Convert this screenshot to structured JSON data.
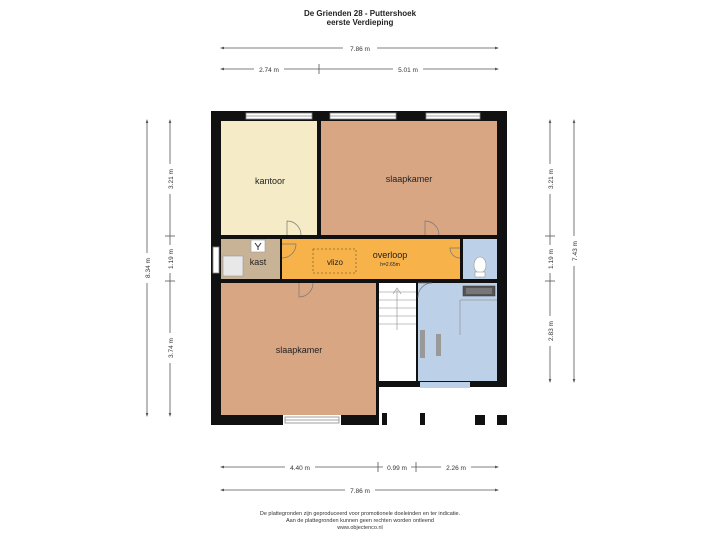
{
  "header": {
    "title": "De Grienden 28 - Puttershoek",
    "subtitle": "eerste Verdieping"
  },
  "dimensions": {
    "top_total": "7.86 m",
    "top_left": "2.74 m",
    "top_right": "5.01 m",
    "bottom_left": "4.40 m",
    "bottom_mid": "0.99 m",
    "bottom_right": "2.26 m",
    "bottom_total": "7.86 m",
    "left_total": "8.34 m",
    "left_top": "3.21 m",
    "left_mid": "1.19 m",
    "left_bottom": "3.74 m",
    "right_total": "7.43 m",
    "right_top": "3.21 m",
    "right_mid": "1.19 m",
    "right_bottom": "2.83 m"
  },
  "rooms": {
    "kantoor": "kantoor",
    "slaapkamer_top": "slaapkamer",
    "kast": "kast",
    "vlizo": "vlizo",
    "overloop": "overloop",
    "overloop_height": "h=2.65m",
    "slaapkamer_bottom": "slaapkamer"
  },
  "colors": {
    "kantoor": "#f5ebc6",
    "slaapkamer": "#d9a684",
    "kast": "#c9b397",
    "overloop": "#f7b24a",
    "bathroom": "#bcd0e8",
    "wall": "#111111",
    "dimension_line": "#555555"
  },
  "footer": {
    "line1": "De plattegronden zijn geproduceerd voor promotionele doeleinden en ter indicatie.",
    "line2": "Aan de plattegronden kunnen geen rechten worden ontleend",
    "line3": "www.objectenco.nl"
  }
}
